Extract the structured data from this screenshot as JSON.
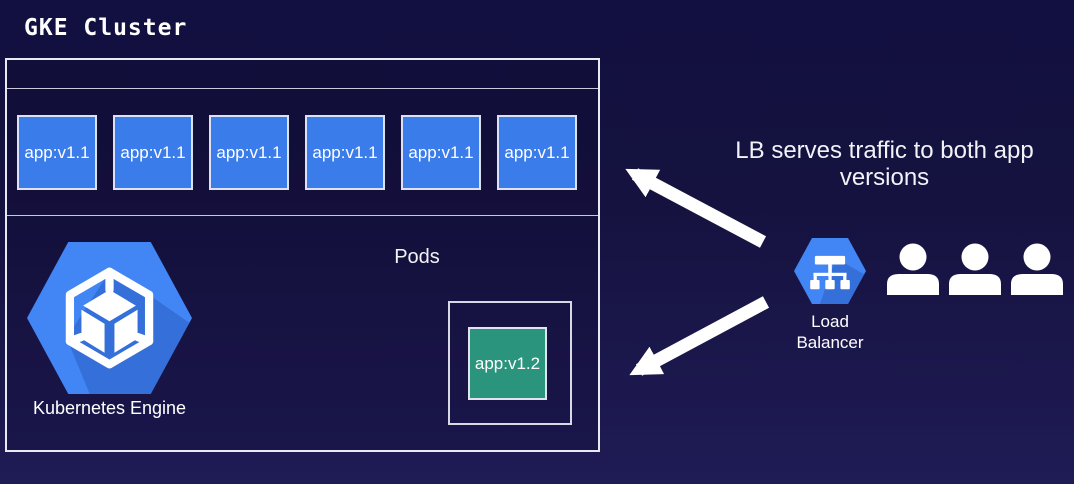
{
  "title": "GKE Cluster",
  "cluster": {
    "pods": [
      "app:v1.1",
      "app:v1.1",
      "app:v1.1",
      "app:v1.1",
      "app:v1.1",
      "app:v1.1"
    ],
    "pods_label": "Pods",
    "gke_label": "Kubernetes Engine",
    "canary_pod_label": "app:v1.2"
  },
  "annotation": "LB serves traffic to both app versions",
  "load_balancer": {
    "label": "Load\nBalancer"
  },
  "users": {
    "count": 3
  },
  "icons": {
    "gke": "gke-hexagon-cube-icon",
    "load_balancer": "load-balancer-hexagon-icon",
    "user": "user-icon",
    "arrow_to_v11_pods": "traffic-arrow-up",
    "arrow_to_v12_pod": "traffic-arrow-down"
  },
  "colors": {
    "background_top": "#121040",
    "background_bottom": "#1f1b55",
    "pod_blue": "#3b7ceb",
    "pod_green": "#2b947c",
    "gcp_hexagon_blue": "#4285f4",
    "hexagon_shadow_blue": "#2c5fc4",
    "border_light": "#e9e9f1",
    "text": "#ffffff"
  }
}
